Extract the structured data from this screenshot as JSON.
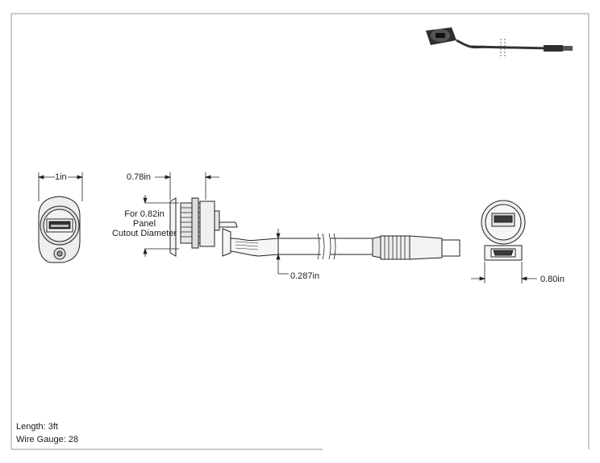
{
  "dimensions": {
    "front_width": "1in",
    "mount_depth": "0.78in",
    "panel_cutout_lines": [
      "For 0.82in",
      "Panel",
      "Cutout Diameter"
    ],
    "cable_diameter": "0.287in",
    "end_width": "0.80in"
  },
  "notes": {
    "length": "Length: 3ft",
    "wire_gauge": "Wire Gauge: 28"
  },
  "colors": {
    "line": "#222222",
    "sheet_border": "#9a9a9a",
    "body_fill": "#e6e6e6",
    "dark_fill": "#3a3a3a"
  }
}
